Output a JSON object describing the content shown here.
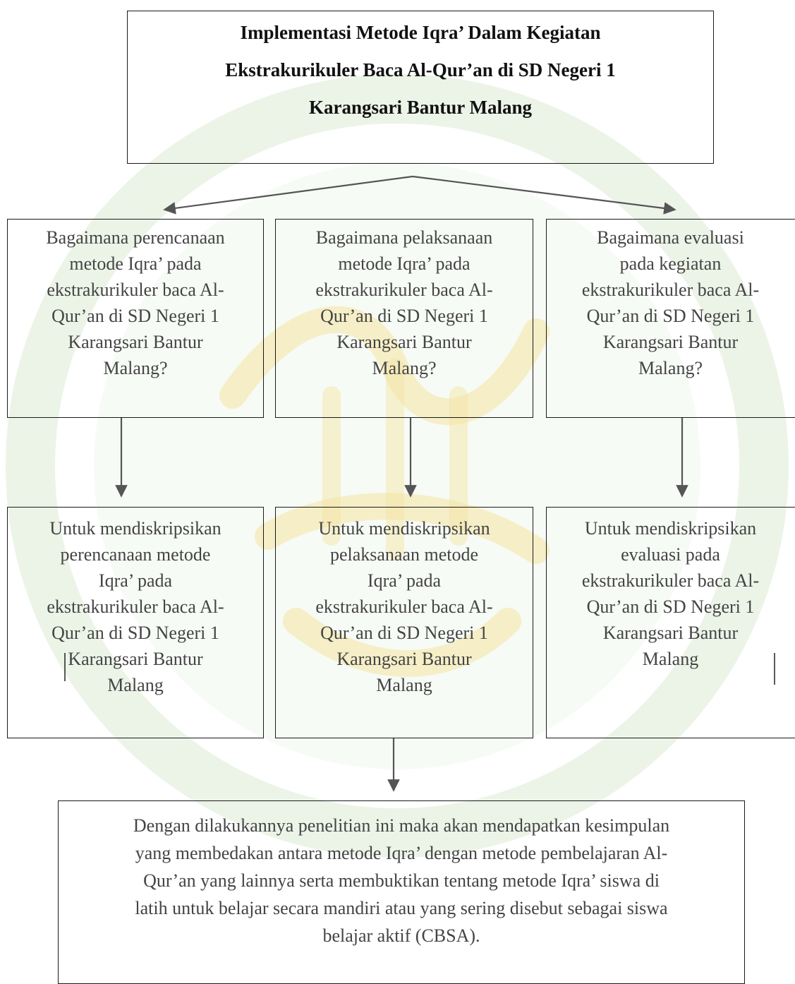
{
  "title": {
    "line1": "Implementasi Metode Iqra’ Dalam Kegiatan",
    "line2": "Ekstrakurikuler Baca Al-Qur’an di SD Negeri 1",
    "line3": "Karangsari Bantur Malang"
  },
  "questions": [
    {
      "lines": [
        "Bagaimana perencanaan",
        "metode Iqra’ pada",
        "ekstrakurikuler baca Al-",
        "Qur’an di SD Negeri 1",
        "Karangsari Bantur",
        "Malang?"
      ]
    },
    {
      "lines": [
        "Bagaimana pelaksanaan",
        "metode Iqra’ pada",
        "ekstrakurikuler baca Al-",
        "Qur’an di SD Negeri 1",
        "Karangsari Bantur",
        "Malang?"
      ]
    },
    {
      "lines": [
        "Bagaimana evaluasi",
        "pada kegiatan",
        "ekstrakurikuler baca Al-",
        "Qur’an di SD Negeri 1",
        "Karangsari Bantur",
        "Malang?"
      ]
    }
  ],
  "objectives": [
    {
      "lines": [
        "Untuk mendiskripsikan",
        "perencanaan metode",
        "Iqra’ pada",
        "ekstrakurikuler baca Al-",
        "Qur’an di SD Negeri 1",
        "Karangsari Bantur",
        "Malang"
      ]
    },
    {
      "lines": [
        "Untuk mendiskripsikan",
        "pelaksanaan metode",
        "Iqra’ pada",
        "ekstrakurikuler baca Al-",
        "Qur’an di SD Negeri 1",
        "Karangsari Bantur",
        "Malang"
      ]
    },
    {
      "lines": [
        "Untuk mendiskripsikan",
        "evaluasi pada",
        "ekstrakurikuler baca Al-",
        "Qur’an di SD Negeri 1",
        "Karangsari Bantur",
        "Malang"
      ]
    }
  ],
  "conclusion": {
    "lines": [
      "Dengan dilakukannya penelitian ini maka akan mendapatkan kesimpulan",
      "yang membedakan antara metode Iqra’ dengan metode pembelajaran Al-",
      "Qur’an yang lainnya serta membuktikan tentang metode Iqra’ siswa di",
      "latih untuk belajar secara mandiri atau yang sering disebut sebagai siswa",
      "belajar aktif (CBSA)."
    ]
  },
  "colors": {
    "border": "#1a1a1a",
    "text": "#444444",
    "watermark_green": "#cfe3c8",
    "watermark_gold": "#f2e3a0"
  }
}
